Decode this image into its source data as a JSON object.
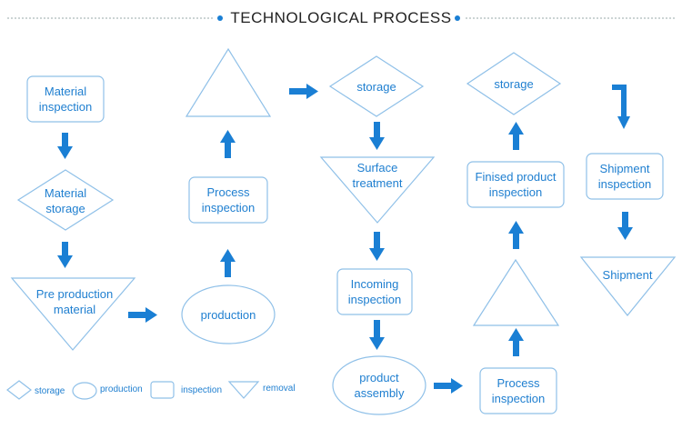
{
  "header": {
    "title": "TECHNOLOGICAL PROCESS"
  },
  "nodes": {
    "material_inspection": "Material\ninspection",
    "material_storage": "Material\nstorage",
    "pre_production_material": "Pre production\nmaterial",
    "production_triangle": "",
    "process_inspection_1": "Process\ninspection",
    "production": "production",
    "storage_1": "storage",
    "surface_treatment": "Surface\ntreatment",
    "incoming_inspection": "Incoming\ninspection",
    "product_assembly": "product\nassembly",
    "storage_2": "storage",
    "finished_product_inspection": "Finised product\ninspection",
    "production_triangle_2": "",
    "process_inspection_2": "Process\ninspection",
    "shipment_inspection": "Shipment\ninspection",
    "shipment": "Shipment"
  },
  "legend": {
    "storage": "storage",
    "production": "production",
    "inspection": "inspection",
    "removal": "removal"
  },
  "colors": {
    "stroke": "#8fc0e8",
    "text": "#1f7fd0",
    "arrow": "#1a7fd4",
    "title": "#222222"
  }
}
